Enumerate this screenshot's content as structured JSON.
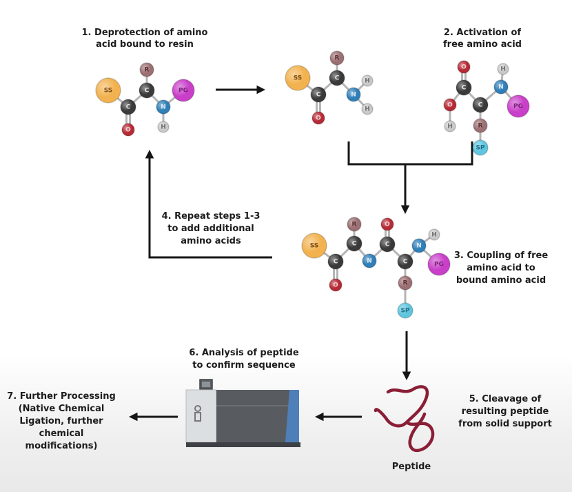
{
  "title": "Solid-phase peptide synthesis workflow",
  "steps": {
    "step1": [
      "1. Deprotection of amino",
      "acid bound to  resin"
    ],
    "step2": [
      "2. Activation of",
      "free amino acid"
    ],
    "step3": [
      "3. Coupling of free",
      "amino acid to",
      "bound amino acid"
    ],
    "step4": [
      "4. Repeat steps 1-3",
      "to add additional",
      "amino acids"
    ],
    "step5": [
      "5. Cleavage of",
      "resulting peptide",
      "from solid support"
    ],
    "step6": [
      "6. Analysis of peptide",
      "to confirm sequence"
    ],
    "step7": [
      "7. Further Processing",
      "(Native Chemical",
      "Ligation, further",
      "chemical",
      "modifications)"
    ]
  },
  "peptide_label": "Peptide",
  "atom_labels": {
    "ss": "SS",
    "c": "C",
    "r": "R",
    "n": "N",
    "h": "H",
    "o": "O",
    "pg": "PG",
    "sp": "SP"
  },
  "colors": {
    "ss": "#f2b24f",
    "c": "#3a3a3a",
    "r": "#9c6f72",
    "n": "#2f7fb8",
    "h": "#c9c9c9",
    "o": "#b62a35",
    "pg": "#c93fc9",
    "sp": "#5fc6e0",
    "peptide": "#8a1e35",
    "arrow": "#151515",
    "instrument_body": "#555a5e",
    "instrument_panel": "#d9dcdf",
    "instrument_accent": "#4f7fb9"
  }
}
